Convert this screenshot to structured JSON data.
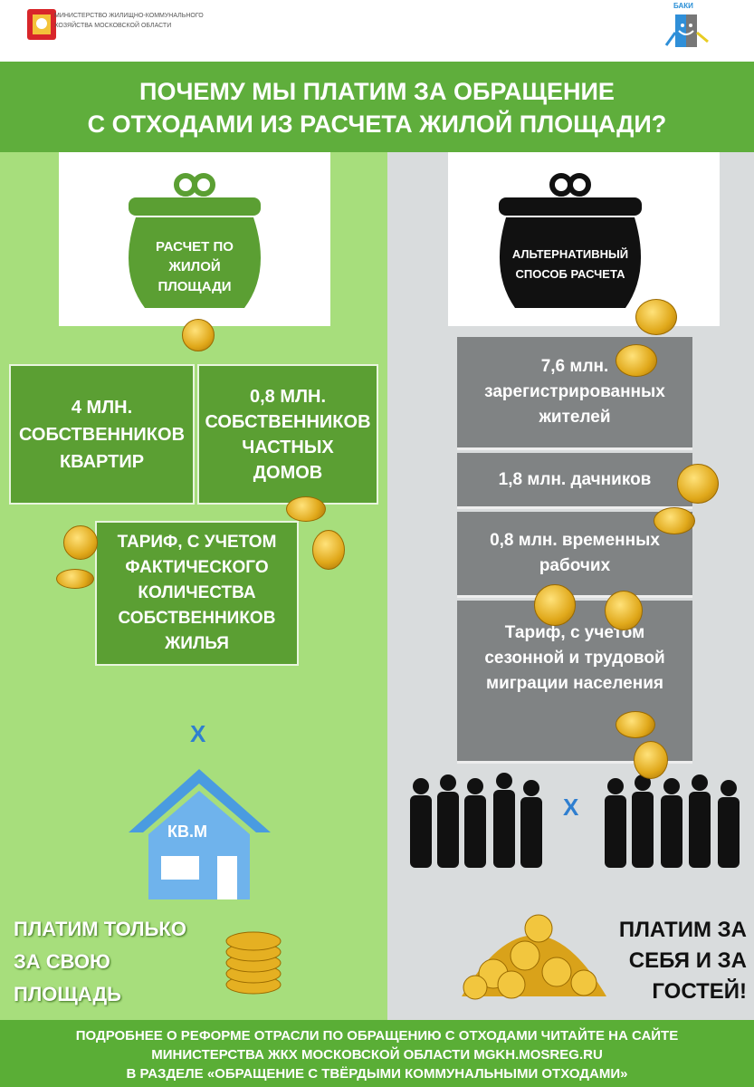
{
  "header": {
    "ministry": "МИНИСТЕРСТВО ЖИЛИЩНО-КОММУНАЛЬНОГО ХОЗЯЙСТВА МОСКОВСКОЙ ОБЛАСТИ",
    "mascot_label": "БАКИ"
  },
  "title": {
    "line1": "ПОЧЕМУ МЫ ПЛАТИМ ЗА ОБРАЩЕНИЕ",
    "line2": "С ОТХОДАМИ ИЗ РАСЧЕТА ЖИЛОЙ ПЛОЩАДИ?"
  },
  "left": {
    "purse": "РАСЧЕТ ПО ЖИЛОЙ ПЛОЩАДИ",
    "box1": "4 МЛН. СОБСТВЕННИКОВ КВАРТИР",
    "box2": "0,8 МЛН. СОБСТВЕННИКОВ ЧАСТНЫХ ДОМОВ",
    "tariff": "ТАРИФ, С УЧЕТОМ ФАКТИЧЕСКОГО КОЛИЧЕСТВА СОБСТВЕННИКОВ ЖИЛЬЯ",
    "multiply": "Х",
    "house": "КВ.М",
    "conclusion": "ПЛАТИМ ТОЛЬКО ЗА СВОЮ ПЛОЩАДЬ"
  },
  "right": {
    "purse": "АЛЬТЕРНАТИВНЫЙ СПОСОБ РАСЧЕТА",
    "items": [
      "7,6 млн. зарегистрированных жителей",
      "1,8 млн. дачников",
      "0,8 млн. временных рабочих",
      "Тариф, с учетом сезонной и трудовой миграции населения"
    ],
    "multiply": "Х",
    "conclusion": "ПЛАТИМ ЗА СЕБЯ И ЗА ГОСТЕЙ!"
  },
  "footer": {
    "line1": "ПОДРОБНЕЕ О РЕФОРМЕ ОТРАСЛИ ПО ОБРАЩЕНИЮ С ОТХОДАМИ ЧИТАЙТЕ НА САЙТЕ",
    "line2": "МИНИСТЕРСТВА ЖКХ МОСКОВСКОЙ ОБЛАСТИ MGKH.MOSREG.RU",
    "line3": "В РАЗДЕЛЕ «ОБРАЩЕНИЕ С ТВЁРДЫМИ КОММУНАЛЬНЫМИ ОТХОДАМИ»"
  }
}
